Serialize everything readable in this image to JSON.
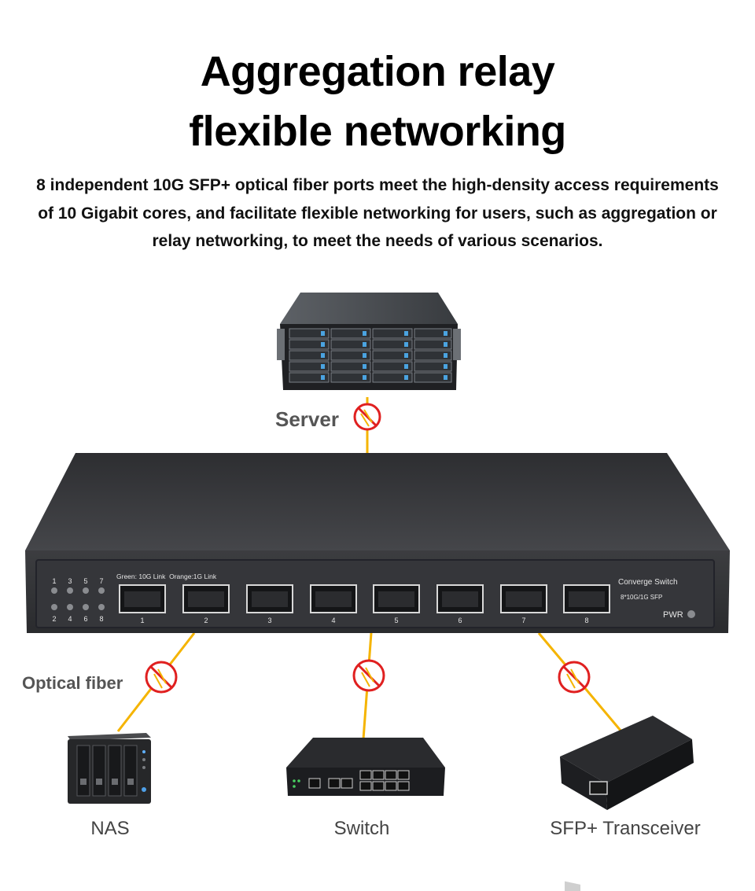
{
  "heading": {
    "line1": "Aggregation relay",
    "line2": "flexible networking"
  },
  "description": {
    "line1": "8 independent 10G SFP+ optical fiber ports meet the high-density access requirements",
    "line2": "of 10 Gigabit cores, and facilitate flexible networking for users, such as aggregation or",
    "line3": "relay networking, to meet the needs of various scenarios."
  },
  "labels": {
    "server": "Server",
    "optical_fiber": "Optical fiber",
    "nas": "NAS",
    "switch": "Switch",
    "sfp_transceiver": "SFP+ Transceiver"
  },
  "device_panel": {
    "led_numbers_top": [
      "1",
      "3",
      "5",
      "7"
    ],
    "led_numbers_bottom": [
      "2",
      "4",
      "6",
      "8"
    ],
    "legend": "Green: 10G Link  Orange:1G Link",
    "model_name": "Converge Switch",
    "model_spec": "8*10G/1G SFP",
    "power_label": "PWR",
    "port_numbers": [
      "1",
      "2",
      "3",
      "4",
      "5",
      "6",
      "7",
      "8"
    ]
  },
  "colors": {
    "fiber_line": "#f5b400",
    "no_sign": "#e02020",
    "chassis": "#3a3b3e"
  },
  "icons": {
    "link_marker": "no-interference-sign-icon"
  }
}
